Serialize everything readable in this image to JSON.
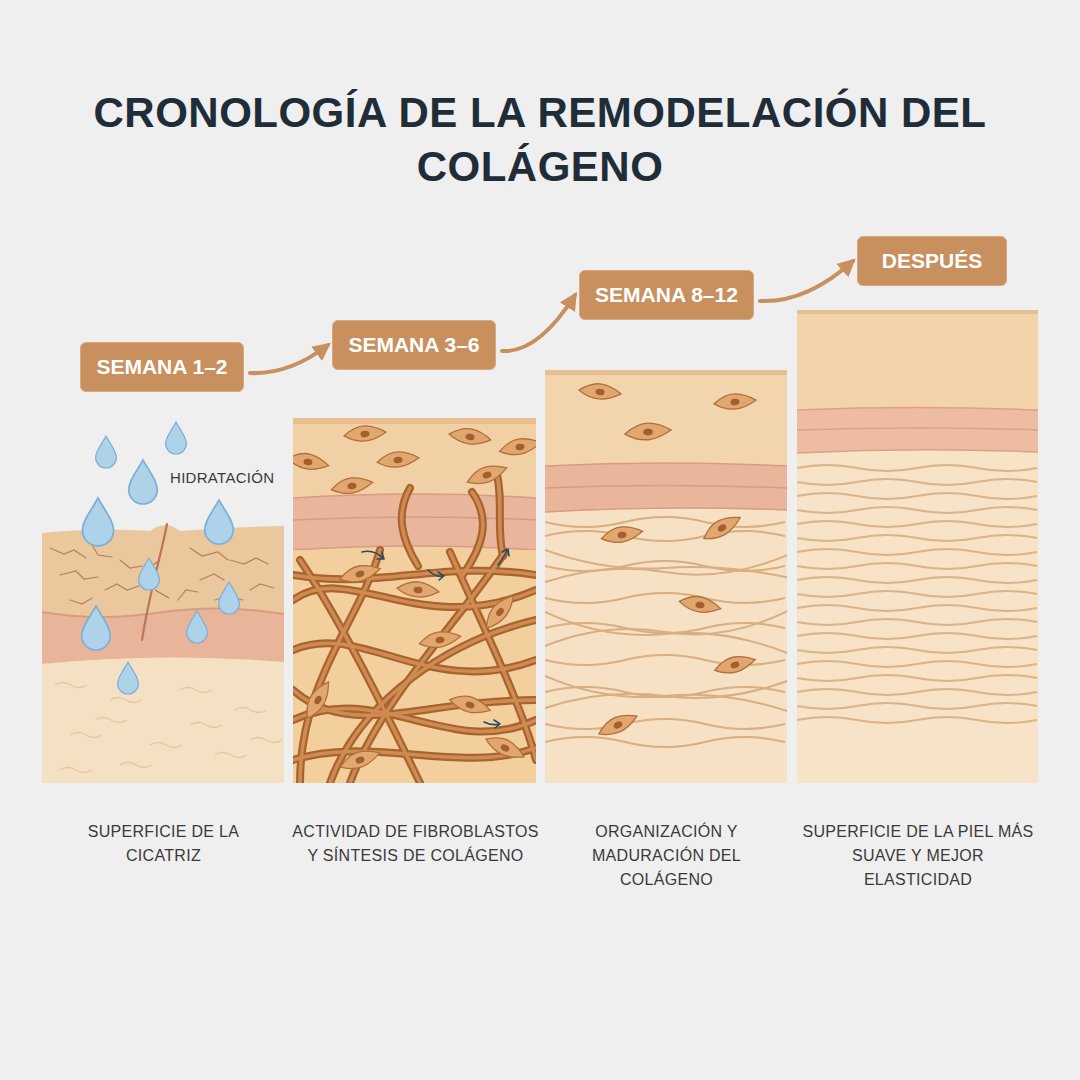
{
  "diagram": {
    "title": "CRONOLOGÍA DE LA REMODELACIÓN DEL COLÁGENO",
    "nodes": [
      {
        "text": [
          "SEMANA 1–2"
        ]
      },
      {
        "text": [
          "SEMANA 3–6"
        ]
      },
      {
        "text": [
          "SEMANA 8–12"
        ]
      },
      {
        "text": [
          "DESPUÉS"
        ]
      }
    ],
    "edges": [
      {
        "from": 0,
        "to": 1,
        "arrow": "to"
      },
      {
        "from": 1,
        "to": 2,
        "arrow": "to"
      },
      {
        "from": 2,
        "to": 3,
        "arrow": "to"
      }
    ],
    "labels": [
      "HIDRATACIÓN",
      "SUPERFICIE DE LA CICATRIZ",
      "ACTIVIDAD DE FIBROBLASTOS Y SÍNTESIS DE COLÁGENO",
      "ORGANIZACIÓN Y MADURACIÓN DEL COLÁGENO",
      "SUPERFICIE DE LA PIEL MÁS SUAVE Y MEJOR ELASTICIDAD"
    ]
  }
}
